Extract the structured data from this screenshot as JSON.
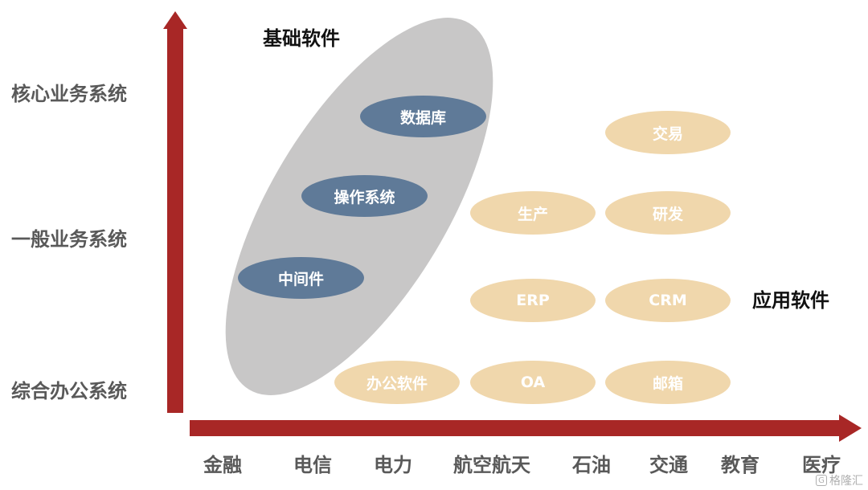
{
  "colors": {
    "axis": "#a82726",
    "cloud": "#c8c7c7",
    "base_pill": "#5f7a98",
    "app_pill": "#f0d7ac",
    "label": "#595959"
  },
  "y_axis": {
    "labels": [
      "核心业务系统",
      "一般业务系统",
      "综合办公系统"
    ]
  },
  "x_axis": {
    "labels": [
      "金融",
      "电信",
      "电力",
      "航空航天",
      "石油",
      "交通",
      "教育",
      "医疗"
    ]
  },
  "base_group": {
    "title": "基础软件",
    "items": [
      "数据库",
      "操作系统",
      "中间件"
    ]
  },
  "app_group": {
    "title": "应用软件",
    "items": [
      "交易",
      "生产",
      "研发",
      "ERP",
      "CRM",
      "办公软件",
      "OA",
      "邮箱"
    ]
  },
  "watermark": {
    "icon": "gelonghui-logo-icon",
    "text": "格隆汇"
  }
}
